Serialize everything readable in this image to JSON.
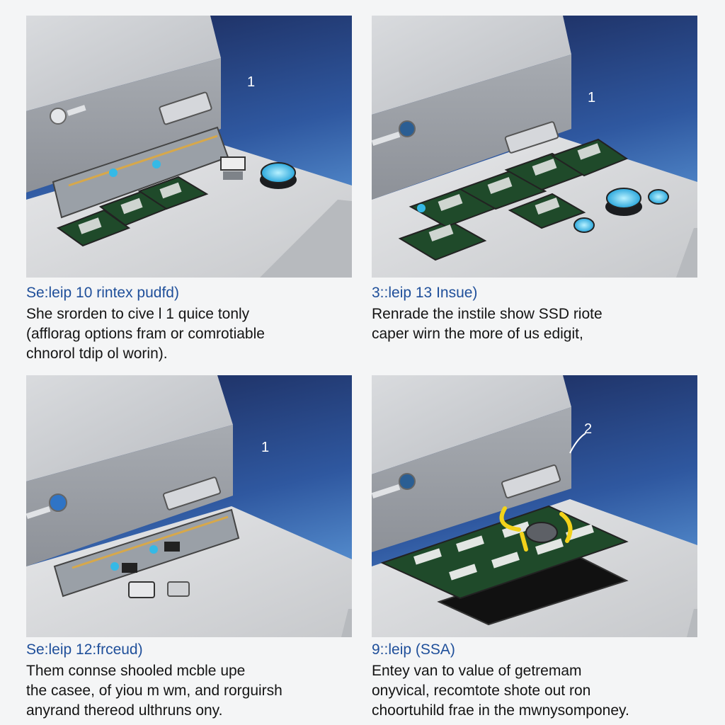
{
  "panels": [
    {
      "number": "1",
      "title": "Se:leip 10 rintex pudfd)",
      "lines": [
        "She srorden to cive l 1 quice tonly",
        "(afflorag options fram or comrotiable",
        "chnorol tdip ol worin)."
      ]
    },
    {
      "number": "1",
      "title": "3::leip 13 Insue)",
      "lines": [
        "Renrade the instile show SSD riote",
        "caper wirn the more of us edigit,"
      ]
    },
    {
      "number": "1",
      "title": "Se:leip 12:frceud)",
      "lines": [
        "Them connse shooled mcble upe",
        "the casee, of yiou m wm, and rorguirsh",
        "anyrand thereod ulthruns ony."
      ]
    },
    {
      "number": "2",
      "title": "9::leip (SSA)",
      "lines": [
        "Entey van to value of getremam",
        "onyvical, recomtote shote out ron",
        "choortuhild frae in the mwnysomponey."
      ]
    }
  ],
  "colors": {
    "sky_top": "#1c2a58",
    "sky_bottom": "#4f86c6",
    "case_metal": "#c9ccd1",
    "pcb_green": "#1f4a2a",
    "accent_blue": "#35b9e6",
    "caption_title": "#1f4f9a",
    "caption_text": "#141414"
  },
  "icons": [
    "power-button-icon",
    "cable-connector-icon"
  ]
}
